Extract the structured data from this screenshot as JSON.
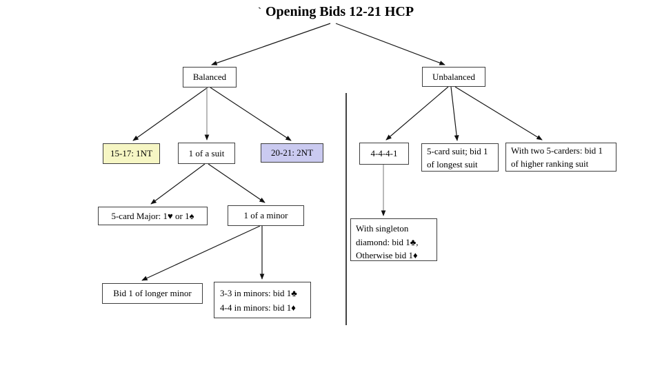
{
  "title": {
    "accent_mark": "`",
    "text": "Opening Bids 12-21 HCP"
  },
  "colors": {
    "highlight_yellow": "#f6f6c4",
    "highlight_periwinkle": "#cacaf0",
    "box_border": "#3d3d3d",
    "connector_black": "#161616",
    "connector_gray": "#8a8a8a"
  },
  "node_backgrounds": {
    "nt1517": "background:#f6f6c4",
    "nt2021": "background:#cacaf0"
  },
  "nodes": {
    "balanced": {
      "label": "Balanced"
    },
    "unbalanced": {
      "label": "Unbalanced"
    },
    "nt1517": {
      "label": "15-17: 1NT"
    },
    "one_of_suit": {
      "label": "1 of a suit"
    },
    "nt2021": {
      "label": "20-21: 2NT"
    },
    "b4441": {
      "label": "4-4-4-1"
    },
    "five_card_suit": {
      "line1": "5-card suit; bid 1",
      "line2": "of longest suit"
    },
    "two_five_carders": {
      "line1": "With two 5-carders: bid 1",
      "line2": "of higher ranking suit"
    },
    "five_card_major": {
      "label": "5-card Major: 1♥ or 1♠"
    },
    "one_of_minor": {
      "label": "1 of a minor"
    },
    "longer_minor": {
      "label": "Bid 1 of longer minor"
    },
    "minors_33_44": {
      "line1": "3-3 in minors: bid 1♣",
      "line2": "4-4 in minors: bid 1♦"
    },
    "singleton": {
      "line1": "With singleton",
      "line2": "diamond: bid 1♣,",
      "line3": "Otherwise bid 1♦"
    }
  },
  "edges": [
    {
      "from": "title",
      "to": "balanced"
    },
    {
      "from": "title",
      "to": "unbalanced"
    },
    {
      "from": "balanced",
      "to": "nt1517"
    },
    {
      "from": "balanced",
      "to": "one_of_suit"
    },
    {
      "from": "balanced",
      "to": "nt2021"
    },
    {
      "from": "one_of_suit",
      "to": "five_card_major"
    },
    {
      "from": "one_of_suit",
      "to": "one_of_minor"
    },
    {
      "from": "one_of_minor",
      "to": "longer_minor"
    },
    {
      "from": "one_of_minor",
      "to": "minors_33_44"
    },
    {
      "from": "unbalanced",
      "to": "b4441"
    },
    {
      "from": "unbalanced",
      "to": "five_card_suit"
    },
    {
      "from": "unbalanced",
      "to": "two_five_carders"
    },
    {
      "from": "b4441",
      "to": "singleton"
    }
  ]
}
